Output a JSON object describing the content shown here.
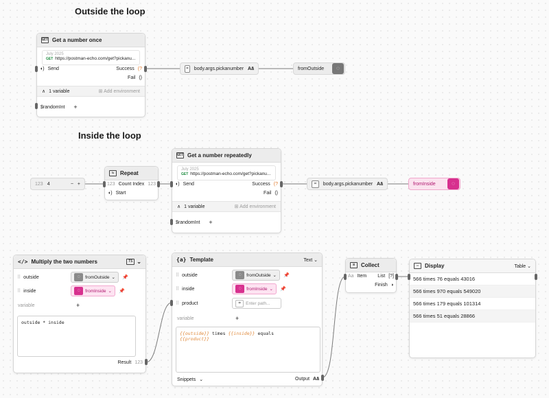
{
  "sections": {
    "outside_title": "Outside the loop",
    "inside_title": "Inside the loop"
  },
  "get_once": {
    "title": "Get a number once",
    "date": "July 2025",
    "method": "GET",
    "url": "https://postman-echo.com/get?pickanu...",
    "send": "Send",
    "success": "Success",
    "fail": "Fail",
    "variables": "1 variable",
    "add_env": "Add environment",
    "var_name": "$randomInt",
    "add": "+"
  },
  "outside_path": {
    "label": "body.args.pickanumber",
    "type_glyph": "Aā"
  },
  "from_outside": {
    "label": "fromOutside"
  },
  "counter": {
    "prefix": "123",
    "value": "4",
    "minus": "−",
    "plus": "+"
  },
  "repeat": {
    "title": "Repeat",
    "count": "Count",
    "count_prefix": "123",
    "start": "Start",
    "index": "Index",
    "index_suffix": "123"
  },
  "get_repeat": {
    "title": "Get a number repeatedly",
    "date": "July 2025",
    "method": "GET",
    "url": "https://postman-echo.com/get?pickanu...",
    "send": "Send",
    "success": "Success",
    "fail": "Fail",
    "variables": "1 variable",
    "add_env": "Add environment",
    "var_name": "$randomInt",
    "add": "+"
  },
  "inside_path": {
    "label": "body.args.pickanumber",
    "type_glyph": "Aā"
  },
  "from_inside": {
    "label": "fromInside"
  },
  "multiply": {
    "title": "Multiply the two numbers",
    "badge": "TS",
    "row1_label": "outside",
    "row1_value": "fromOutside",
    "row2_label": "inside",
    "row2_value": "fromInside",
    "variable_placeholder": "variable",
    "add": "+",
    "code": "outside * inside",
    "result": "Result",
    "result_suffix": "123"
  },
  "template": {
    "title": "Template",
    "type": "Text",
    "row1_label": "outside",
    "row1_value": "fromOutside",
    "row2_label": "inside",
    "row2_value": "fromInside",
    "row3_label": "product",
    "row3_placeholder": "Enter path...",
    "variable_placeholder": "variable",
    "add": "+",
    "t_outside": "{{outside}}",
    "t_times": " times ",
    "t_inside": "{{inside}}",
    "t_equals": " equals",
    "t_product": "{{product}}",
    "snippets": "Snippets",
    "output": "Output",
    "output_suffix": "Aā"
  },
  "collect": {
    "title": "Collect",
    "item": "Item",
    "item_prefix": "Aa",
    "list": "List",
    "finish": "Finish"
  },
  "display": {
    "title": "Display",
    "view": "Table",
    "rows": [
      "566 times 76 equals 43016",
      "566 times 970 equals 549020",
      "566 times 179 equals 101314",
      "566 times 51 equals 28866"
    ]
  },
  "colors": {
    "accent_pink": "#d7308e",
    "wire": "#7a7a7a"
  }
}
